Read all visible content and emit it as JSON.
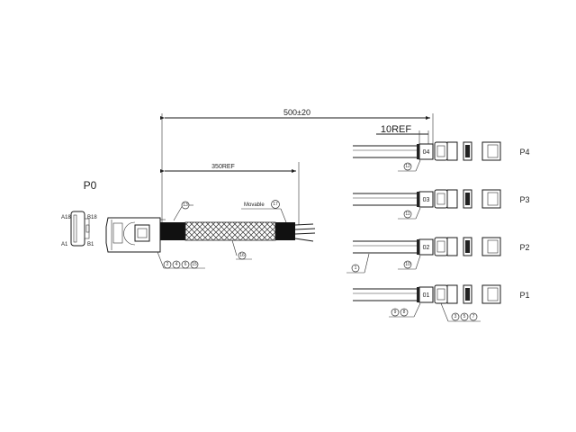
{
  "dimensions": {
    "overall_length": "500±20",
    "breakout_length": "350REF",
    "label_offset": "10REF"
  },
  "host_connector": {
    "label": "P0",
    "pins": {
      "top_left": "A18",
      "top_right": "B18",
      "bottom_left": "A1",
      "bottom_right": "B1"
    },
    "callouts": [
      "2",
      "4",
      "6",
      "15"
    ]
  },
  "cable": {
    "boot_callout": "13",
    "sleeve_callout": "16",
    "movable_label": "Movable",
    "movable_callout": "17"
  },
  "branches": [
    {
      "port": "P4",
      "tag": "04",
      "callouts": [
        "12"
      ]
    },
    {
      "port": "P3",
      "tag": "03",
      "callouts": [
        "11"
      ]
    },
    {
      "port": "P2",
      "tag": "02",
      "callouts": [
        "10"
      ],
      "wire_callout": "1"
    },
    {
      "port": "P1",
      "tag": "01",
      "callouts": [
        "9",
        "8"
      ],
      "connector_callouts": [
        "3",
        "5",
        "7"
      ]
    }
  ]
}
